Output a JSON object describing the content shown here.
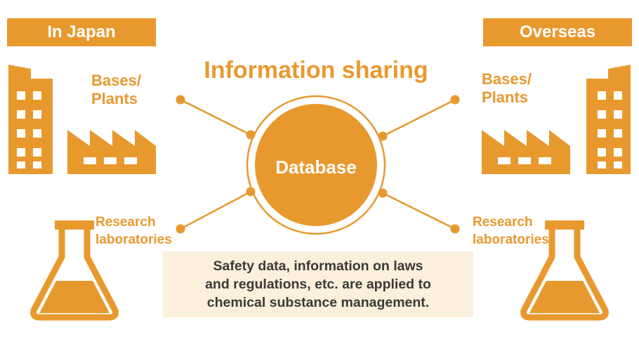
{
  "header": {
    "left_banner": "In Japan",
    "right_banner": "Overseas",
    "title": "Information sharing"
  },
  "left": {
    "bases_line1": "Bases/",
    "bases_line2": "Plants",
    "research_line1": "Research",
    "research_line2": "laboratories"
  },
  "right": {
    "bases_line1": "Bases/",
    "bases_line2": "Plants",
    "research_line1": "Research",
    "research_line2": "laboratories"
  },
  "center": {
    "label": "Database"
  },
  "note": {
    "line1": "Safety data, information on laws",
    "line2": "and regulations, etc. are applied to",
    "line3": "chemical substance management."
  },
  "colors": {
    "accent": "#e8992e",
    "note_bg": "#fcefdc",
    "text_dark": "#3a3a3a"
  },
  "icons": [
    "building-icon",
    "factory-icon",
    "flask-icon",
    "database-circle"
  ]
}
